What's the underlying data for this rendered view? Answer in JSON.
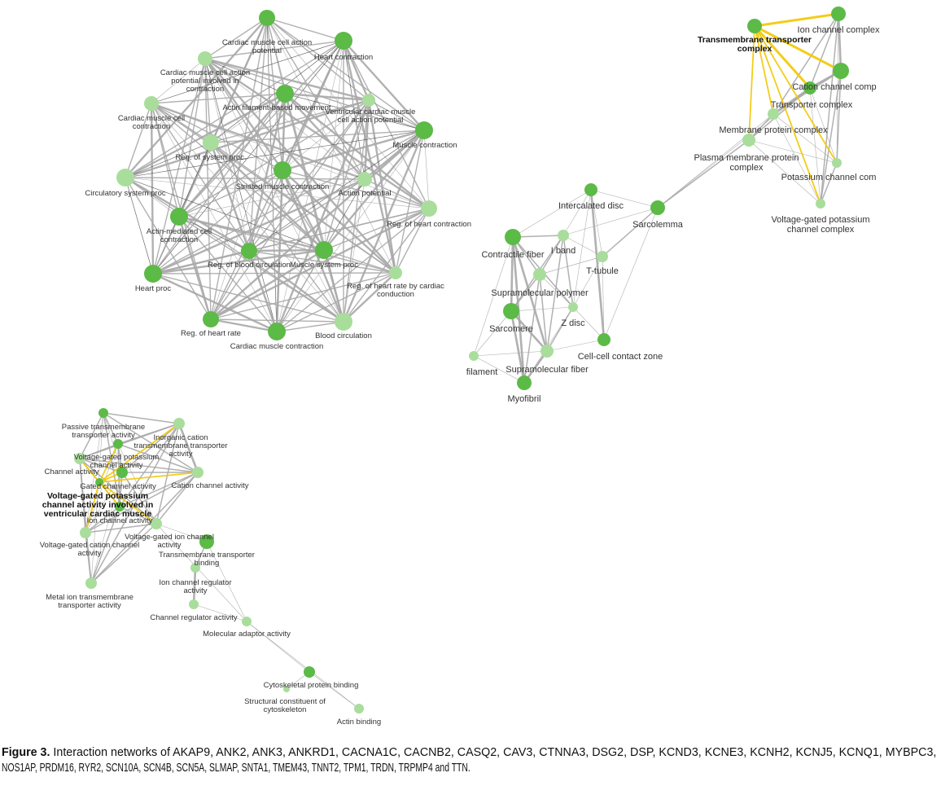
{
  "colors": {
    "node_dark": "#5cba47",
    "node_light": "#a9dd9c",
    "edge": "#a8a8a8",
    "highlight_edge": "#f2c800"
  },
  "networks": [
    {
      "name": "biological-process",
      "nodes": [
        {
          "lines": [
            "Cardiac muscle cell action",
            "potential"
          ]
        },
        {
          "lines": [
            "Heart contraction"
          ]
        },
        {
          "lines": [
            "Cardiac muscle cell action",
            "potential involved in",
            "contraction"
          ]
        },
        {
          "lines": [
            "Cardiac muscle cell",
            "contraction"
          ]
        },
        {
          "lines": [
            "Actin filament-based movement"
          ]
        },
        {
          "lines": [
            "Ventricular cardiac muscle",
            "cell action potential"
          ]
        },
        {
          "lines": [
            "Muscle contraction"
          ]
        },
        {
          "lines": [
            "Reg. of system proc."
          ]
        },
        {
          "lines": [
            "Circulatory system proc"
          ]
        },
        {
          "lines": [
            "Striated muscle contraction"
          ]
        },
        {
          "lines": [
            "Action potential"
          ]
        },
        {
          "lines": [
            "Reg. of heart contraction"
          ]
        },
        {
          "lines": [
            "Actin-mediated cell",
            "contraction"
          ]
        },
        {
          "lines": [
            "Reg. of blood circulation"
          ]
        },
        {
          "lines": [
            "Muscle system proc"
          ]
        },
        {
          "lines": [
            "Heart proc"
          ]
        },
        {
          "lines": [
            "Reg. of heart rate by cardiac",
            "conduction"
          ]
        },
        {
          "lines": [
            "Reg. of heart rate"
          ]
        },
        {
          "lines": [
            "Cardiac muscle contraction"
          ]
        },
        {
          "lines": [
            "Blood circulation"
          ]
        }
      ],
      "edges": "all-pairs",
      "highlight_edges": []
    },
    {
      "name": "cellular-component",
      "nodes": [
        {
          "lines": [
            "Intercalated disc"
          ]
        },
        {
          "lines": [
            "Sarcolemma"
          ]
        },
        {
          "lines": [
            "Contractile fiber"
          ]
        },
        {
          "lines": [
            "I band"
          ]
        },
        {
          "lines": [
            "T-tubule"
          ]
        },
        {
          "lines": [
            "Supramolecular polymer"
          ]
        },
        {
          "lines": [
            "Sarcomere"
          ]
        },
        {
          "lines": [
            "Z disc"
          ]
        },
        {
          "lines": [
            "Cell-cell contact zone"
          ]
        },
        {
          "lines": [
            "filament"
          ]
        },
        {
          "lines": [
            "Supramolecular fiber"
          ]
        },
        {
          "lines": [
            "Myofibril"
          ]
        },
        {
          "lines": [
            "Transmembrane transporter",
            "complex"
          ]
        },
        {
          "lines": [
            "Ion channel complex"
          ]
        },
        {
          "lines": [
            "Cation channel comp"
          ]
        },
        {
          "lines": [
            "Transporter complex"
          ]
        },
        {
          "lines": [
            "Membrane protein complex"
          ]
        },
        {
          "lines": [
            "Plasma membrane protein",
            "complex"
          ]
        },
        {
          "lines": [
            "Potassium channel com"
          ]
        },
        {
          "lines": [
            "Voltage-gated potassium",
            "channel complex"
          ]
        }
      ],
      "edges": [
        [
          0,
          1,
          1
        ],
        [
          0,
          2,
          1
        ],
        [
          0,
          3,
          1
        ],
        [
          0,
          4,
          1
        ],
        [
          0,
          8,
          3
        ],
        [
          0,
          7,
          1
        ],
        [
          1,
          4,
          2
        ],
        [
          1,
          3,
          1
        ],
        [
          1,
          8,
          1
        ],
        [
          1,
          17,
          2
        ],
        [
          1,
          16,
          1
        ],
        [
          1,
          15,
          1
        ],
        [
          2,
          3,
          2
        ],
        [
          2,
          5,
          2
        ],
        [
          2,
          6,
          3
        ],
        [
          2,
          10,
          3
        ],
        [
          2,
          11,
          3
        ],
        [
          2,
          7,
          2
        ],
        [
          2,
          9,
          1
        ],
        [
          3,
          4,
          1
        ],
        [
          3,
          5,
          2
        ],
        [
          3,
          7,
          2
        ],
        [
          3,
          10,
          2
        ],
        [
          3,
          6,
          2
        ],
        [
          4,
          5,
          1
        ],
        [
          4,
          7,
          1
        ],
        [
          4,
          8,
          1
        ],
        [
          5,
          6,
          2
        ],
        [
          5,
          10,
          2
        ],
        [
          5,
          11,
          2
        ],
        [
          5,
          7,
          1
        ],
        [
          6,
          7,
          1
        ],
        [
          6,
          10,
          3
        ],
        [
          6,
          11,
          3
        ],
        [
          6,
          9,
          1
        ],
        [
          7,
          10,
          2
        ],
        [
          7,
          8,
          1
        ],
        [
          7,
          11,
          1
        ],
        [
          8,
          10,
          1
        ],
        [
          9,
          10,
          1
        ],
        [
          9,
          11,
          1
        ],
        [
          10,
          11,
          3
        ],
        [
          5,
          4,
          1
        ],
        [
          13,
          15,
          2
        ],
        [
          13,
          14,
          3
        ],
        [
          13,
          16,
          2
        ],
        [
          13,
          19,
          2
        ],
        [
          13,
          18,
          1
        ],
        [
          14,
          15,
          3
        ],
        [
          14,
          16,
          2
        ],
        [
          14,
          19,
          2
        ],
        [
          14,
          18,
          2
        ],
        [
          15,
          16,
          3
        ],
        [
          15,
          17,
          2
        ],
        [
          15,
          19,
          1
        ],
        [
          15,
          18,
          1
        ],
        [
          16,
          17,
          2
        ],
        [
          16,
          18,
          1
        ],
        [
          16,
          19,
          1
        ],
        [
          17,
          18,
          1
        ],
        [
          17,
          19,
          1
        ],
        [
          18,
          19,
          2
        ]
      ],
      "highlight_edges": [
        [
          12,
          13
        ],
        [
          12,
          14
        ],
        [
          12,
          15
        ],
        [
          12,
          16
        ],
        [
          12,
          17
        ],
        [
          12,
          18
        ],
        [
          12,
          19
        ]
      ]
    },
    {
      "name": "molecular-function",
      "nodes": [
        {
          "lines": [
            "Passive transmembrane",
            "transporter activity"
          ]
        },
        {
          "lines": [
            "Inorganic cation",
            "transmembrane transporter",
            "activity"
          ]
        },
        {
          "lines": [
            "Voltage-gated potassium",
            "channel activity"
          ]
        },
        {
          "lines": [
            "Channel activity"
          ]
        },
        {
          "lines": [
            "Gated channel activity"
          ]
        },
        {
          "lines": [
            "Cation channel activity"
          ]
        },
        {
          "lines": [
            "Voltage-gated potassium",
            "channel activity involved in",
            "ventricular cardiac muscle"
          ]
        },
        {
          "lines": [
            "Ion channel activity"
          ]
        },
        {
          "lines": [
            "Voltage-gated ion channel",
            "activity"
          ]
        },
        {
          "lines": [
            "Voltage-gated cation channel",
            "activity"
          ]
        },
        {
          "lines": [
            "Metal ion transmembrane",
            "transporter activity"
          ]
        },
        {
          "lines": [
            "Transmembrane transporter",
            "binding"
          ]
        },
        {
          "lines": [
            "Ion channel regulator",
            "activity"
          ]
        },
        {
          "lines": [
            "Channel regulator activity"
          ]
        },
        {
          "lines": [
            "Molecular adaptor activity"
          ]
        },
        {
          "lines": [
            "Cytoskeletal protein binding"
          ]
        },
        {
          "lines": [
            "Structural constituent of",
            "cytoskeleton"
          ]
        },
        {
          "lines": [
            "Actin binding"
          ]
        }
      ],
      "edges": [
        [
          0,
          1,
          2
        ],
        [
          0,
          2,
          2
        ],
        [
          0,
          3,
          2
        ],
        [
          0,
          4,
          1
        ],
        [
          0,
          5,
          2
        ],
        [
          0,
          7,
          2
        ],
        [
          0,
          9,
          1
        ],
        [
          0,
          10,
          1
        ],
        [
          1,
          2,
          2
        ],
        [
          1,
          3,
          2
        ],
        [
          1,
          4,
          2
        ],
        [
          1,
          5,
          3
        ],
        [
          1,
          7,
          2
        ],
        [
          1,
          8,
          2
        ],
        [
          1,
          10,
          2
        ],
        [
          2,
          3,
          2
        ],
        [
          2,
          4,
          2
        ],
        [
          2,
          5,
          2
        ],
        [
          2,
          7,
          2
        ],
        [
          2,
          8,
          1
        ],
        [
          2,
          9,
          1
        ],
        [
          3,
          4,
          2
        ],
        [
          3,
          5,
          2
        ],
        [
          3,
          7,
          2
        ],
        [
          3,
          8,
          2
        ],
        [
          3,
          9,
          2
        ],
        [
          3,
          10,
          2
        ],
        [
          4,
          5,
          2
        ],
        [
          4,
          7,
          2
        ],
        [
          4,
          8,
          2
        ],
        [
          4,
          9,
          1
        ],
        [
          4,
          10,
          1
        ],
        [
          5,
          7,
          2
        ],
        [
          5,
          8,
          2
        ],
        [
          5,
          9,
          2
        ],
        [
          5,
          10,
          2
        ],
        [
          7,
          8,
          2
        ],
        [
          7,
          9,
          2
        ],
        [
          7,
          10,
          2
        ],
        [
          8,
          9,
          2
        ],
        [
          8,
          10,
          2
        ],
        [
          9,
          10,
          2
        ],
        [
          8,
          11,
          1
        ],
        [
          11,
          12,
          2
        ],
        [
          12,
          13,
          3
        ],
        [
          11,
          14,
          1
        ],
        [
          13,
          14,
          1
        ],
        [
          14,
          15,
          1
        ],
        [
          15,
          16,
          1
        ],
        [
          15,
          17,
          1
        ],
        [
          14,
          17,
          1
        ],
        [
          8,
          14,
          1
        ]
      ],
      "highlight_edges": [
        [
          6,
          1
        ],
        [
          6,
          2
        ],
        [
          6,
          3
        ],
        [
          6,
          4
        ],
        [
          6,
          5
        ],
        [
          6,
          7
        ],
        [
          6,
          8
        ],
        [
          6,
          9
        ]
      ]
    }
  ],
  "caption": {
    "title": "Figure 3.",
    "line1": " Interaction networks of  AKAP9, ANK2, ANK3, ANKRD1, CACNA1C, CACNB2, CASQ2, CAV3, CTNNA3, DSG2, DSP, KCND3, KCNE3, KCNH2, KCNJ5, KCNQ1, MYBPC3,",
    "line2": "NOS1AP, PRDM16, RYR2, SCN10A, SCN4B, SCN5A, SLMAP, SNTA1, TMEM43, TNNT2, TPM1, TRDN, TRPMP4 and TTN."
  }
}
